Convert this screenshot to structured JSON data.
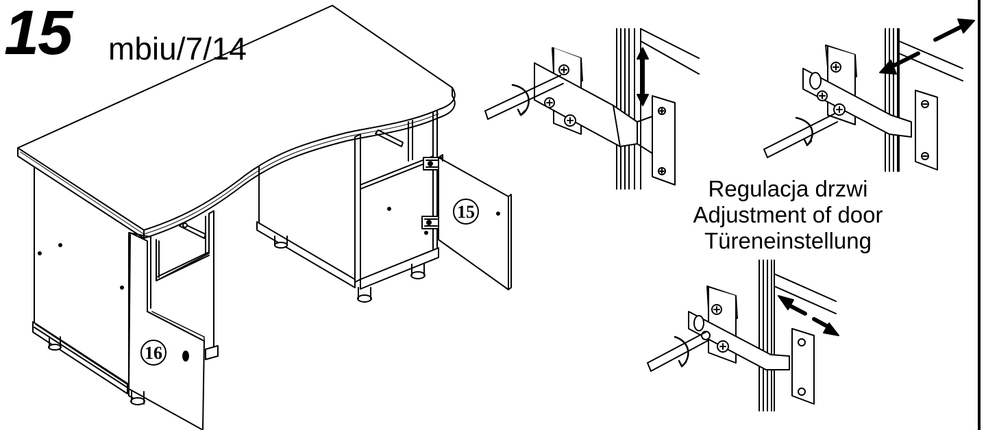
{
  "header": {
    "step_number": "15",
    "model_code": "mbiu/7/14"
  },
  "caption": {
    "line_pl": "Regulacja drzwi",
    "line_en": "Adjustment of door",
    "line_de": "Türeneinstellung"
  },
  "parts": {
    "door_right_label": "15",
    "door_left_label": "16"
  },
  "details": [
    {
      "name": "vertical-adjustment",
      "arrow": "up-down"
    },
    {
      "name": "depth-adjustment",
      "arrow": "diagonal"
    },
    {
      "name": "side-adjustment",
      "arrow": "left-right"
    }
  ]
}
